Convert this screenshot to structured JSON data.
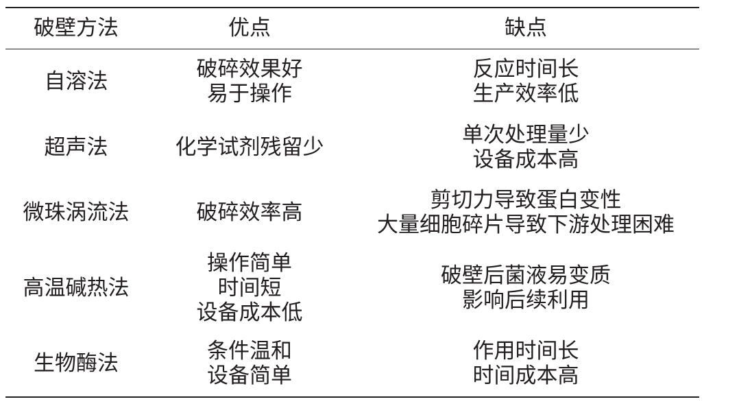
{
  "headers": [
    "破壁方法",
    "优点",
    "缺点"
  ],
  "rows": [
    {
      "method": "自溶法",
      "pros": [
        "破碎效果好",
        "易于操作"
      ],
      "cons": [
        "反应时间长",
        "生产效率低"
      ]
    },
    {
      "method": "超声法",
      "pros": [
        "化学试剂残留少"
      ],
      "cons": [
        "单次处理量少",
        "设备成本高"
      ]
    },
    {
      "method": "微珠涡流法",
      "pros": [
        "破碎效率高"
      ],
      "cons": [
        "剪切力导致蛋白变性",
        "大量细胞碎片导致下游处理困难"
      ]
    },
    {
      "method": "高温碱热法",
      "pros": [
        "操作简单",
        "时间短",
        "设备成本低"
      ],
      "cons": [
        "破壁后菌液易变质",
        "影响后续利用"
      ]
    },
    {
      "method": "生物酶法",
      "pros": [
        "条件温和",
        "设备简单"
      ],
      "cons": [
        "作用时间长",
        "时间成本高"
      ]
    }
  ]
}
